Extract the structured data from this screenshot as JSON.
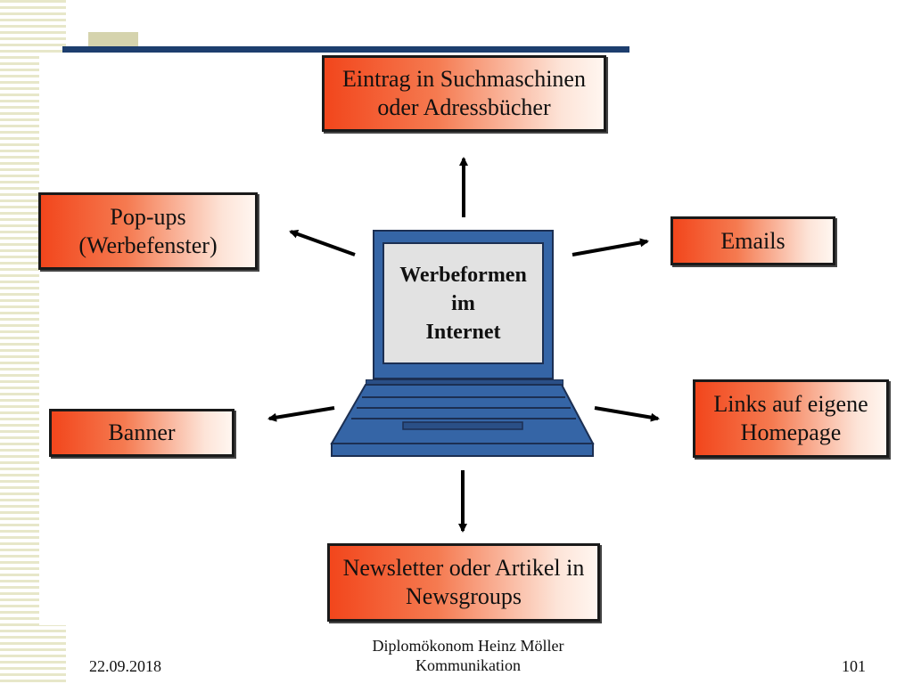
{
  "diagram": {
    "center": {
      "label": "Werbeformen\nim\n Internet"
    },
    "nodes": {
      "search": "Eintrag in Suchmaschinen\noder Adressbücher",
      "popups": "Pop-ups\n(Werbefenster)",
      "emails": "Emails",
      "banner": "Banner",
      "links": "Links auf eigene\nHomepage",
      "news": "Newsletter oder Artikel in\nNewsgroups"
    }
  },
  "footer": {
    "date": "22.09.2018",
    "center": "Diplomökonom Heinz Möller\nKommunikation",
    "page": "101"
  }
}
